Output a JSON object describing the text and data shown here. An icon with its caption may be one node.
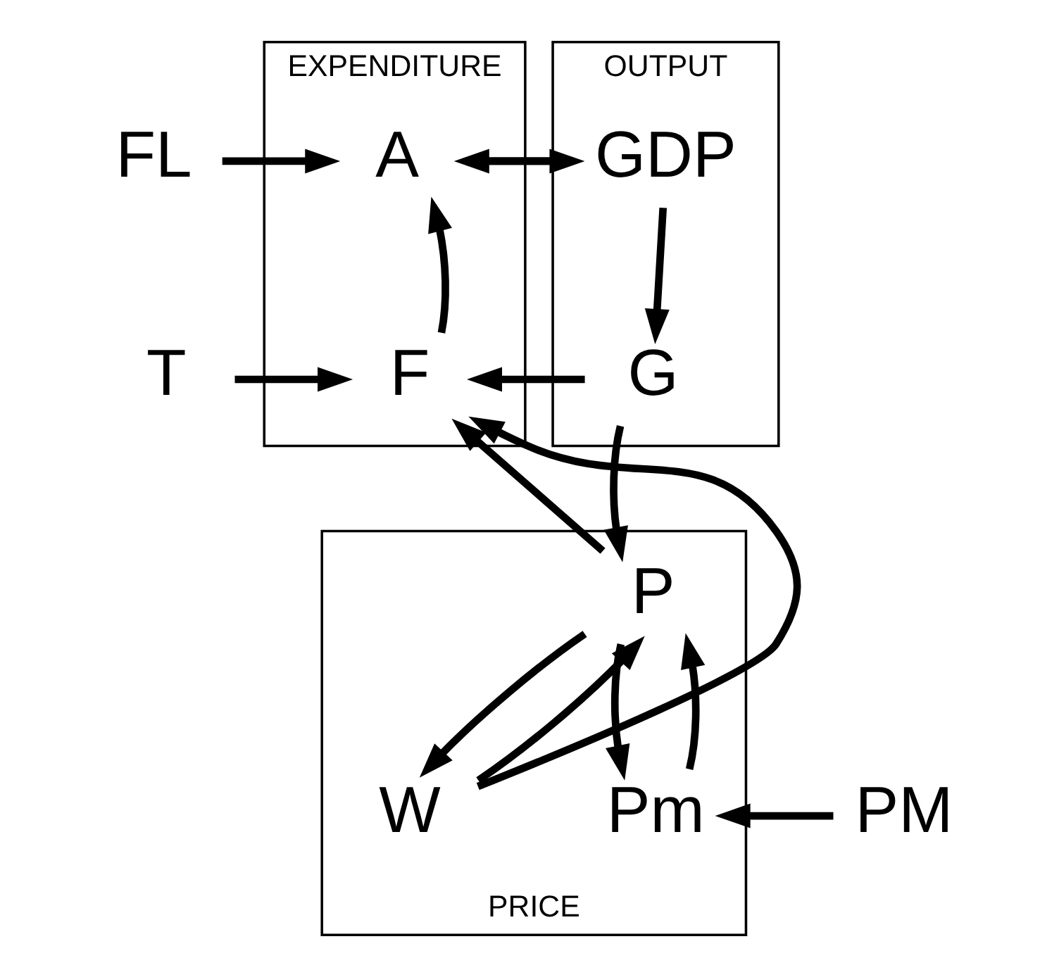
{
  "diagram": {
    "nodes": [
      {
        "text": [
          "EXPENDITURE"
        ]
      },
      {
        "text": [
          "A"
        ],
        "in": 0
      },
      {
        "text": [
          "F"
        ],
        "in": 0
      },
      {
        "text": [
          "OUTPUT"
        ]
      },
      {
        "text": [
          "GDP"
        ],
        "in": 3
      },
      {
        "text": [
          "G"
        ],
        "in": 3
      },
      {
        "text": [
          "FL"
        ]
      },
      {
        "text": [
          "T"
        ]
      },
      {
        "text": [
          "PRICE"
        ]
      },
      {
        "text": [
          "P"
        ],
        "in": 8
      },
      {
        "text": [
          "W"
        ],
        "in": 8
      },
      {
        "text": [
          "Pm"
        ],
        "in": 8
      },
      {
        "text": [
          "PM"
        ]
      }
    ],
    "edges": [
      {
        "from": 6,
        "to": 1,
        "arrow": "to"
      },
      {
        "from": 4,
        "to": 1,
        "arrow": "to"
      },
      {
        "from": 1,
        "to": 4,
        "arrow": "to"
      },
      {
        "from": 4,
        "to": 5,
        "arrow": "to"
      },
      {
        "from": 2,
        "to": 1,
        "arrow": "to"
      },
      {
        "from": 7,
        "to": 2,
        "arrow": "to"
      },
      {
        "from": 5,
        "to": 2,
        "arrow": "to"
      },
      {
        "from": 5,
        "to": 9,
        "arrow": "to"
      },
      {
        "from": 9,
        "to": 2,
        "arrow": "to"
      },
      {
        "from": 10,
        "to": 2,
        "arrow": "to"
      },
      {
        "from": 9,
        "to": 10,
        "arrow": "to"
      },
      {
        "from": 10,
        "to": 9,
        "arrow": "to"
      },
      {
        "from": 9,
        "to": 11,
        "arrow": "to"
      },
      {
        "from": 11,
        "to": 9,
        "arrow": "to"
      },
      {
        "from": 12,
        "to": 11,
        "arrow": "to"
      }
    ]
  }
}
